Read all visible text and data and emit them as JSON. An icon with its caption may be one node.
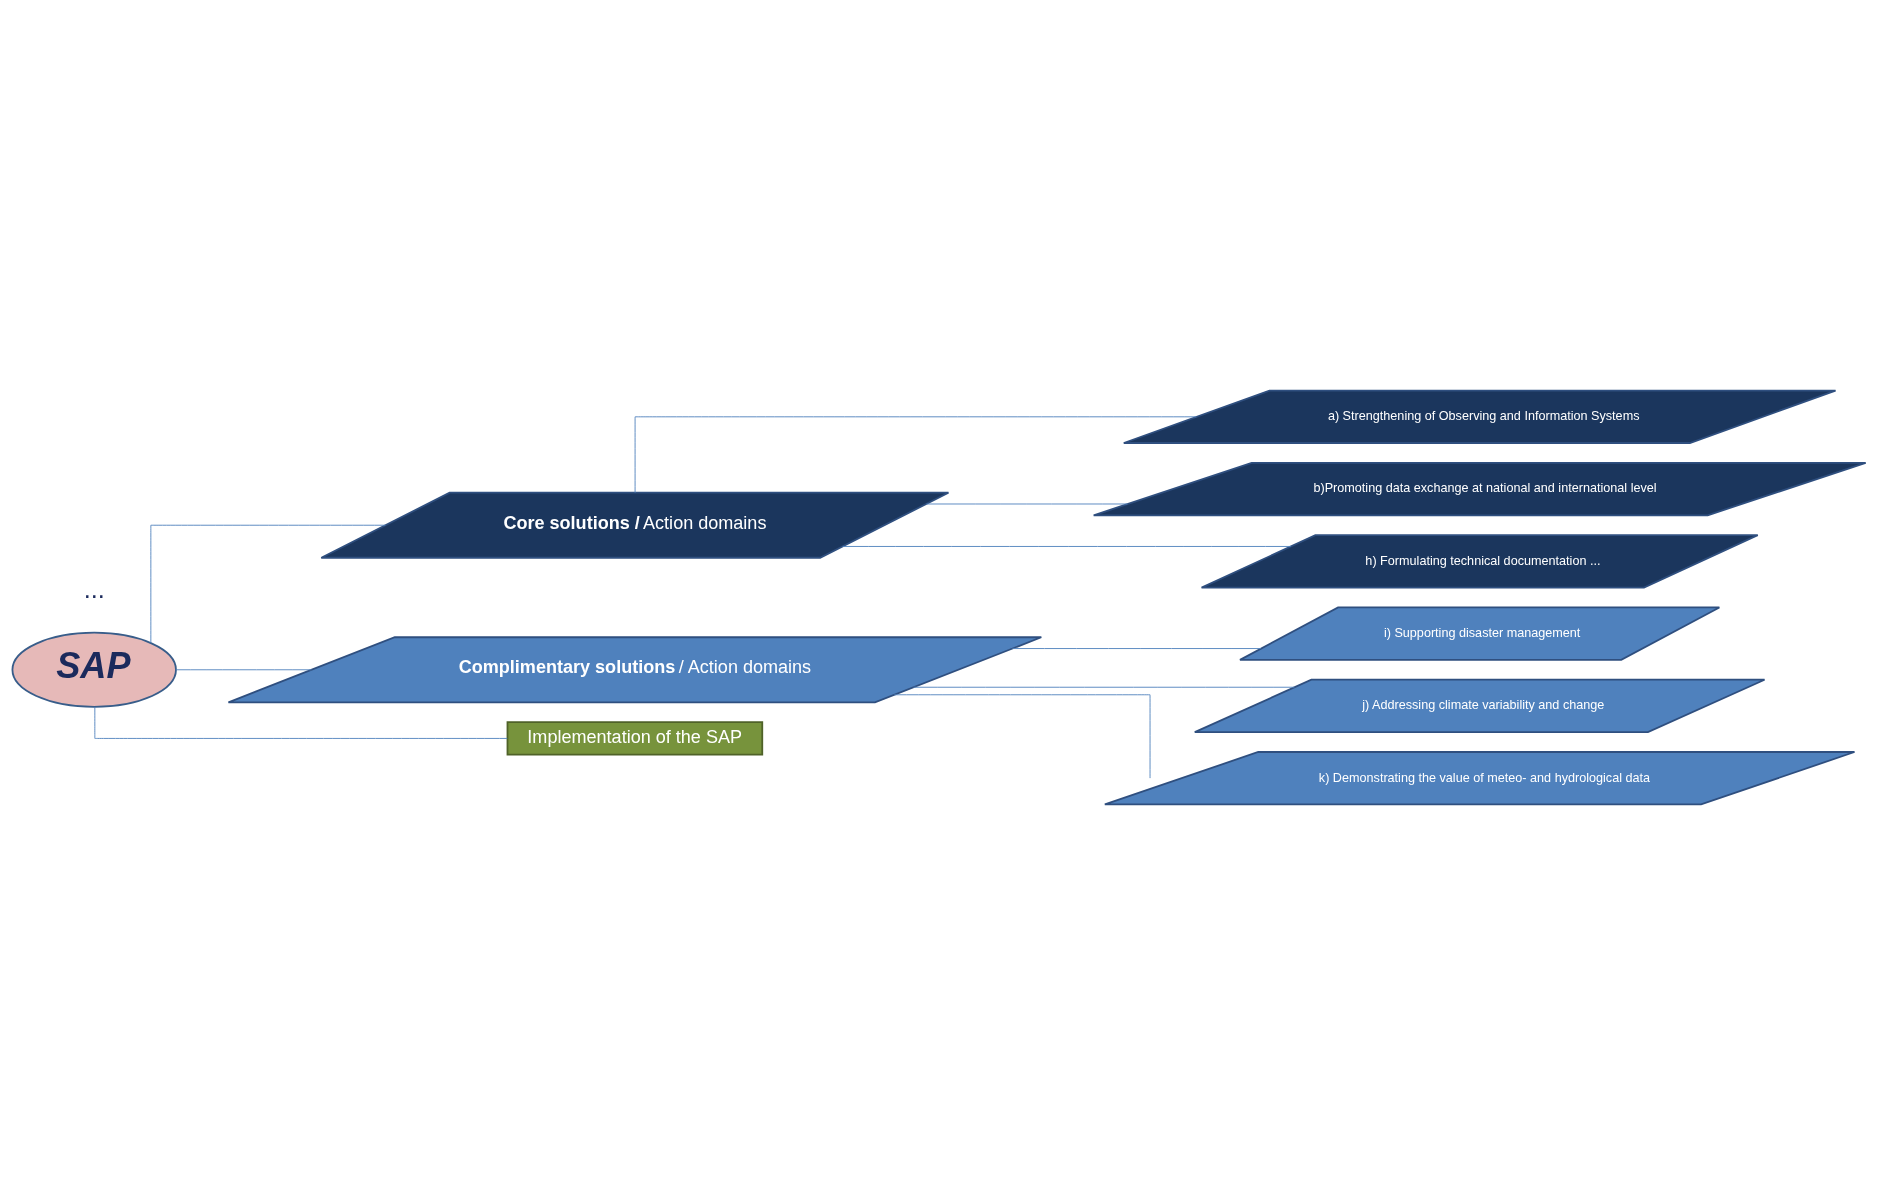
{
  "diagram": {
    "nodes": [
      {
        "text": [
          "SAP"
        ]
      },
      {
        "text": [
          "**Core solutions /** Action domains"
        ]
      },
      {
        "text": [
          "**Complimentary solutions** / Action domains"
        ]
      },
      {
        "text": [
          "Implementation of the SAP"
        ]
      },
      {
        "text": [
          "a) Strengthening of Observing and Information Systems"
        ]
      },
      {
        "text": [
          "b)Promoting data exchange at national and international level"
        ]
      },
      {
        "text": [
          "h) Formulating technical documentation ..."
        ]
      },
      {
        "text": [
          "i) Supporting disaster management"
        ]
      },
      {
        "text": [
          "j) Addressing climate variability and change"
        ]
      },
      {
        "text": [
          "k) Demonstrating the value of meteo- and hydrological data"
        ]
      }
    ],
    "edges": [
      {
        "from": 0,
        "to": 1,
        "arrow": "none"
      },
      {
        "from": 0,
        "to": 2,
        "arrow": "none"
      },
      {
        "from": 0,
        "to": 3,
        "arrow": "none"
      },
      {
        "from": 1,
        "to": 4,
        "arrow": "none"
      },
      {
        "from": 1,
        "to": 5,
        "arrow": "none"
      },
      {
        "from": 1,
        "to": 6,
        "arrow": "none"
      },
      {
        "from": 2,
        "to": 7,
        "arrow": "none"
      },
      {
        "from": 2,
        "to": 8,
        "arrow": "none"
      },
      {
        "from": 2,
        "to": 9,
        "arrow": "none"
      }
    ],
    "labels": [
      "..."
    ]
  }
}
